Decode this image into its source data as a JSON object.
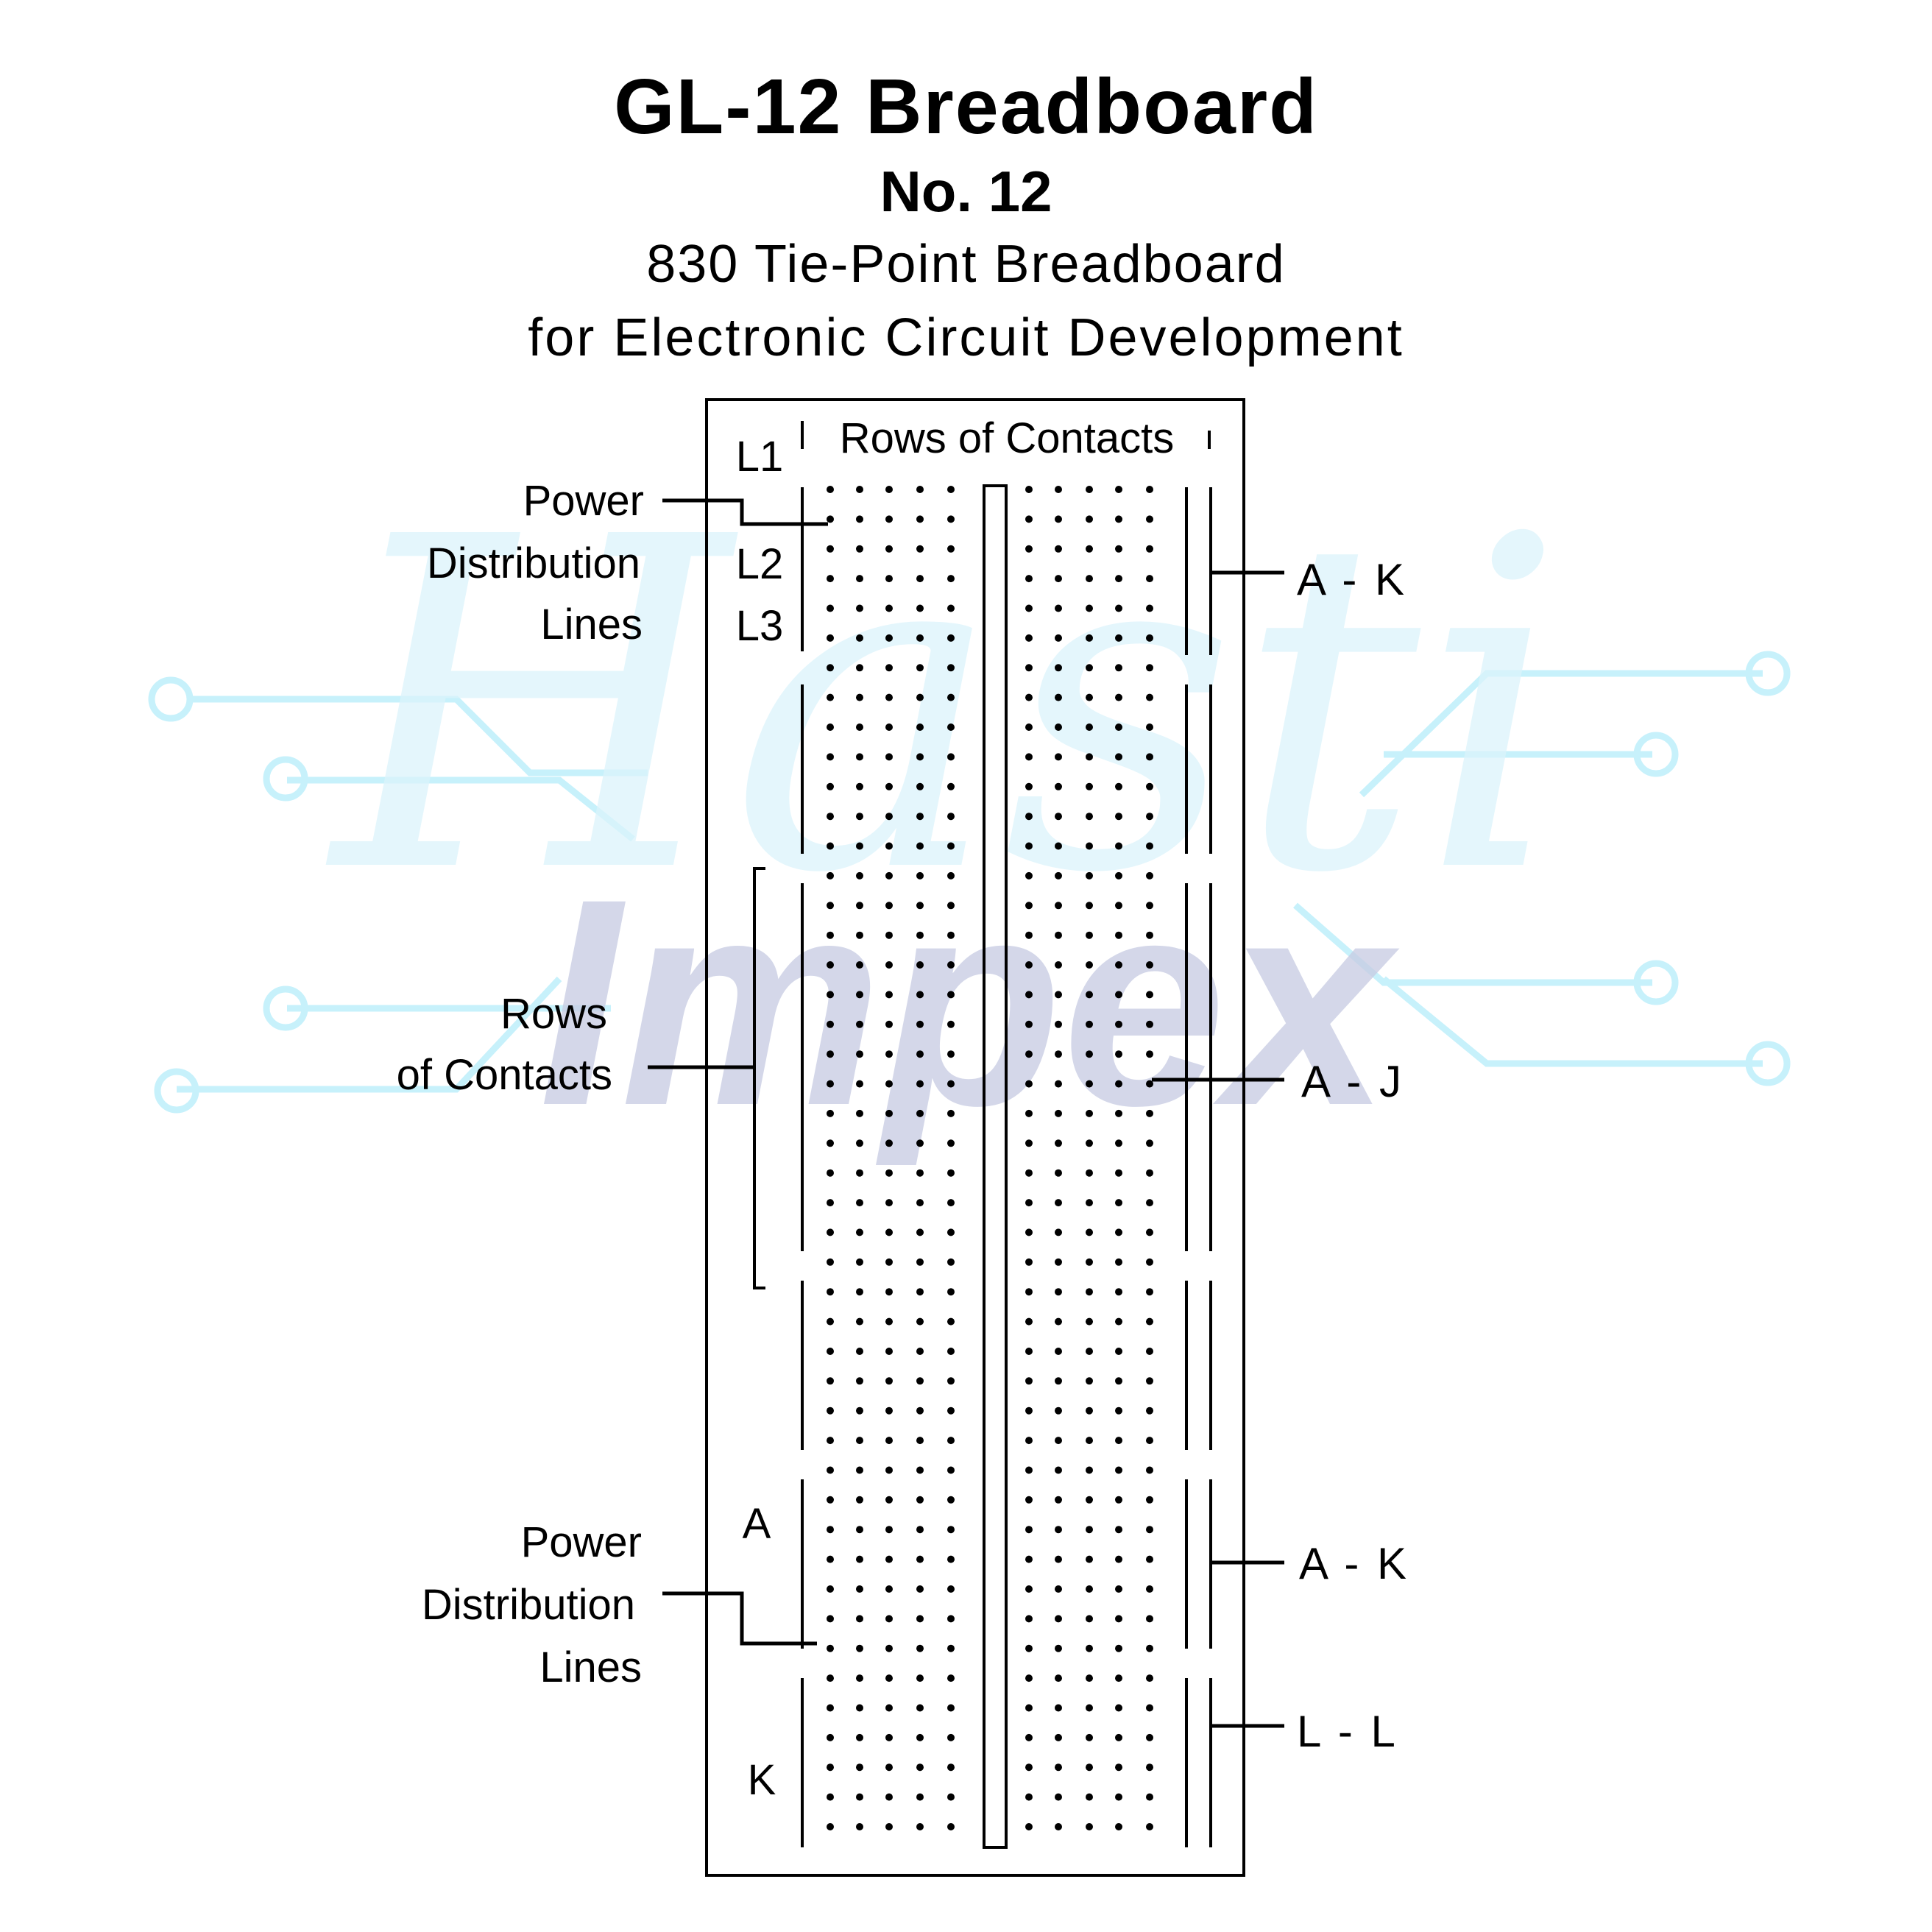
{
  "header": {
    "title": "GL-12 Breadboard",
    "subtitle": "No. 12",
    "description_line1": "830 Tie-Point Breadboard",
    "description_line2": "for Electronic Circuit Development"
  },
  "board": {
    "top_label": "Rows of Contacts",
    "rail_labels_top": [
      "L1",
      "L2",
      "L3"
    ],
    "row_letter_top": "A",
    "row_letter_bottom": "K"
  },
  "callouts_left": {
    "power_top": [
      "Power",
      "Distribution",
      "Lines"
    ],
    "rows": [
      "Rows",
      "of Contacts"
    ],
    "power_bottom": [
      "Power",
      "Distribution",
      "Lines"
    ]
  },
  "callouts_right": {
    "ak_top": "A - K",
    "aj": "A - J",
    "ak_bottom": "A - K",
    "ll": "L - L"
  },
  "watermark": {
    "script": "Hasti",
    "bold": "Impex"
  },
  "colors": {
    "ink": "#000000",
    "watermark_script": "#dcf4fb",
    "watermark_bold": "#c8cde3",
    "circuit_trace": "#c7f1fb"
  }
}
